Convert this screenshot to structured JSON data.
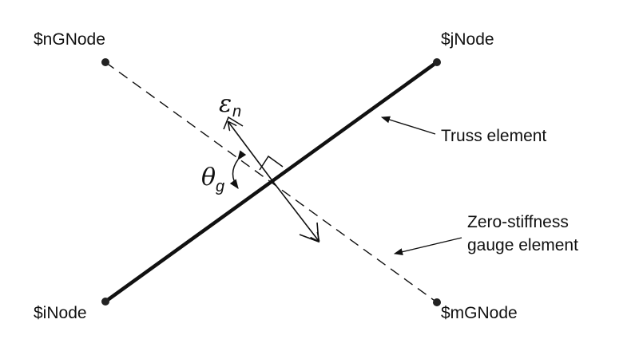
{
  "nodes": {
    "nGNode": {
      "label": "$nGNode"
    },
    "jNode": {
      "label": "$jNode"
    },
    "iNode": {
      "label": "$iNode"
    },
    "mGNode": {
      "label": "$mGNode"
    }
  },
  "annotations": {
    "truss_element": "Truss element",
    "gauge_line1": "Zero-stiffness",
    "gauge_line2": "gauge element"
  },
  "symbols": {
    "strain_symbol": "ε",
    "strain_subscript": "n",
    "angle_symbol": "θ",
    "angle_subscript": "g"
  },
  "colors": {
    "line": "#111111",
    "node": "#222222"
  }
}
